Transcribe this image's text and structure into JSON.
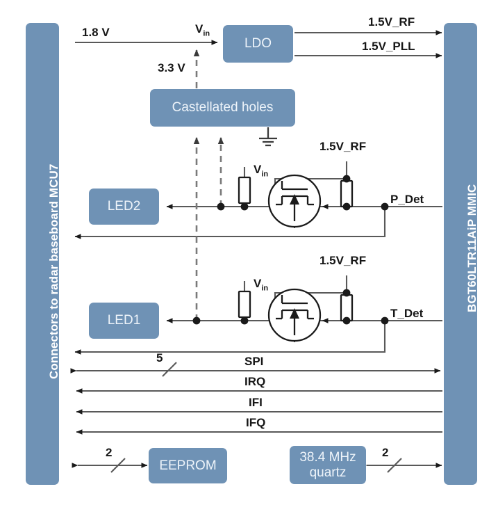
{
  "figure": {
    "type": "block-diagram",
    "title": "BGT60LTR11AiP MMIC radar shield block diagram",
    "accent_color": "#6f92b5",
    "line_color": "#595959",
    "text_color": "#161616",
    "block_text_color": "#eef4fa"
  },
  "rails": {
    "left": {
      "label": "Connectors to radar baseboard MCU7"
    },
    "right": {
      "label": "BGT60LTR11AiP MMIC"
    }
  },
  "blocks": {
    "ldo": {
      "label": "LDO"
    },
    "castellated": {
      "label": "Castellated holes"
    },
    "led2": {
      "label": "LED2"
    },
    "led1": {
      "label": "LED1"
    },
    "eeprom": {
      "label": "EEPROM"
    },
    "quartz": {
      "label": "38.4 MHz quartz",
      "line1": "38.4 MHz",
      "line2": "quartz"
    }
  },
  "signals": {
    "supply_in": "1.8 V",
    "vin_ldo": "Vin",
    "v33": "3.3 V",
    "rail_rf": "1.5V_RF",
    "rail_pll": "1.5V_PLL",
    "p_det": "P_Det",
    "t_det": "T_Det",
    "vin_res_top": "Vin",
    "vin_res_bottom": "Vin",
    "rf_top": "1.5V_RF",
    "rf_bottom": "1.5V_RF",
    "spi": "SPI",
    "spi_width": "5",
    "irq": "IRQ",
    "ifi": "IFI",
    "ifq": "IFQ",
    "eeprom_width": "2",
    "quartz_width": "2"
  },
  "symbols": {
    "ground": "ground-symbol",
    "transistor_top": "mosfet-symbol",
    "transistor_bottom": "mosfet-symbol",
    "resistor_vin_top": "resistor-symbol",
    "resistor_vin_bottom": "resistor-symbol",
    "resistor_rf_top": "resistor-symbol",
    "resistor_rf_bottom": "resistor-symbol"
  }
}
